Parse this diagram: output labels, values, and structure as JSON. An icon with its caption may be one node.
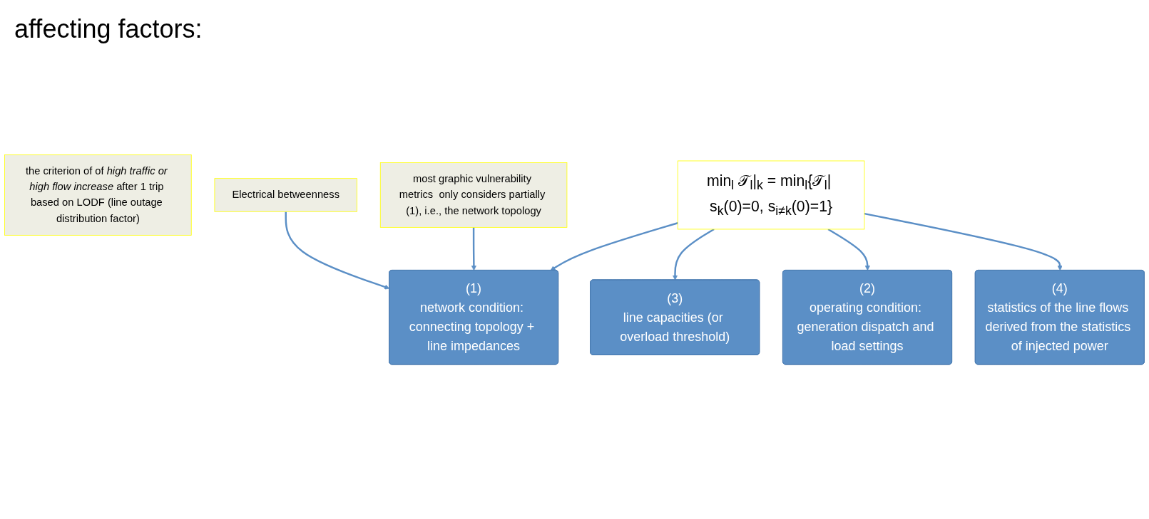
{
  "diagram": {
    "nodes": [
      {
        "text": [
          "Electrical betweenness"
        ]
      },
      {
        "text": [
          "most graphic vulnerability metrics  only considers partially (1), i.e., the network topology"
        ]
      },
      {
        "text": [
          "(1)",
          "network condition: connecting topology + line impedances"
        ]
      },
      {
        "text": [
          "(3)",
          "line capacities (or overload threshold)"
        ]
      },
      {
        "text": [
          "the criterion of of *high traffic or high flow increase* after 1 trip based on LODF (line outage distribution factor)"
        ]
      },
      {
        "text": [
          "min$_{l}$ 𝒯$_{l}$|$_{k}$ = min$_{l}${𝒯$_{l}$| s$_{k}$(0)=0, s$_{i≠k}$(0)=1}"
        ]
      },
      {
        "text": [
          "(2)",
          "operating condition: generation dispatch and load settings"
        ]
      },
      {
        "text": [
          "(4)",
          "statistics of the line flows derived from the statistics of injected power"
        ]
      }
    ],
    "edges": [
      {
        "from": 0,
        "to": 2,
        "arrow": "to"
      },
      {
        "from": 1,
        "to": 2,
        "arrow": "to"
      },
      {
        "from": 5,
        "to": 2,
        "arrow": "to"
      },
      {
        "from": 5,
        "to": 3,
        "arrow": "to"
      },
      {
        "from": 5,
        "to": 6,
        "arrow": "to"
      },
      {
        "from": 5,
        "to": 7,
        "arrow": "to"
      }
    ],
    "labels": [
      "affecting factors:"
    ]
  }
}
